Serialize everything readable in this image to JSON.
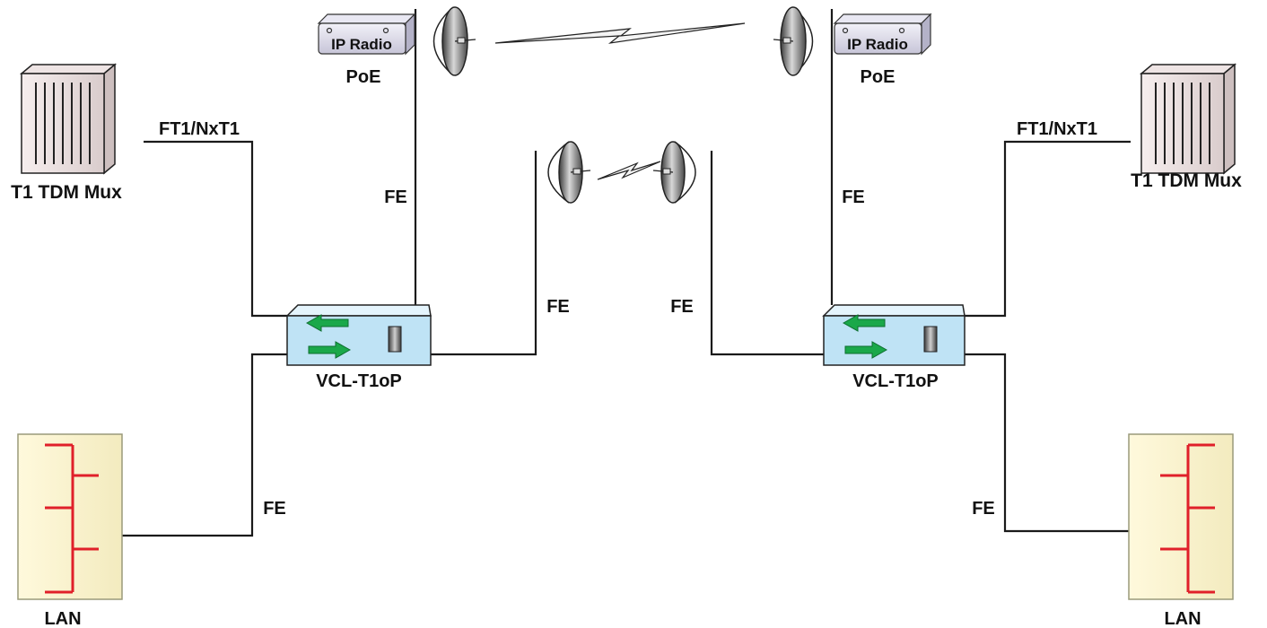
{
  "labels": {
    "left_mux": "T1 TDM Mux",
    "right_mux": "T1 TDM Mux",
    "left_ft1": "FT1/NxT1",
    "right_ft1": "FT1/NxT1",
    "left_poe": "PoE",
    "right_poe": "PoE",
    "left_radio": "IP Radio",
    "right_radio": "IP Radio",
    "left_fe_radio": "FE",
    "right_fe_radio": "FE",
    "left_fe_dish": "FE",
    "right_fe_dish": "FE",
    "left_fe_lan": "FE",
    "right_fe_lan": "FE",
    "left_unit": "VCL-T1oP",
    "right_unit": "VCL-T1oP",
    "left_lan": "LAN",
    "right_lan": "LAN"
  },
  "colors": {
    "wire": "#1a1a1a",
    "unit_body": "#bfe3f5",
    "unit_top": "#e4f4fc",
    "arrow_green": "#1aa84a",
    "lan_bus": "#e0202a",
    "lan_panel": "#fbf6d0",
    "dish_gray": "#8a8a8a"
  },
  "icons": [
    "tdm-mux-icon",
    "ip-radio-icon",
    "dish-antenna-icon",
    "lightning-link-icon",
    "vcl-unit-icon",
    "lan-panel-icon"
  ]
}
